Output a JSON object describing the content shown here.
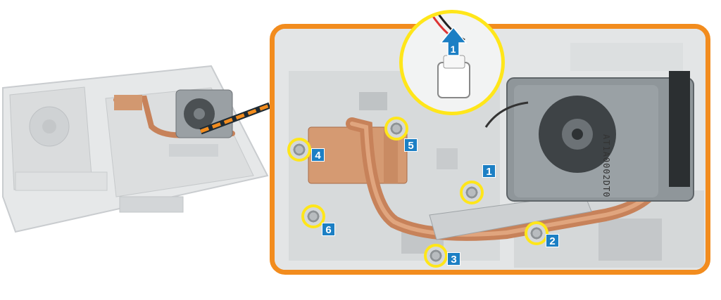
{
  "overview": {
    "name": "laptop-base-overview"
  },
  "zoom": {
    "fan_label": "AT1A0002DT0",
    "callout_step": "1",
    "screws": [
      {
        "number": "1"
      },
      {
        "number": "2"
      },
      {
        "number": "3"
      },
      {
        "number": "4"
      },
      {
        "number": "5"
      },
      {
        "number": "6"
      }
    ]
  },
  "colors": {
    "frame": "#f28c1e",
    "highlight": "#ffe61a",
    "badge": "#1c7fc4",
    "copper": "#c7825a"
  }
}
